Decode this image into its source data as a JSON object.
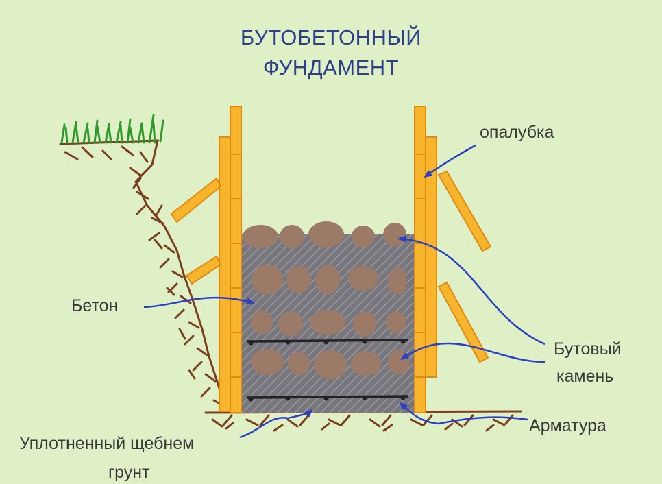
{
  "title": {
    "line1": "БУТОБЕТОННЫЙ",
    "line2": "ФУНДАМЕНТ"
  },
  "labels": {
    "formwork": "опалубка",
    "concrete": "Бетон",
    "rubble_stone_line1": "Бутовый",
    "rubble_stone_line2": "камень",
    "rebar": "Арматура",
    "compacted_soil_line1": "Уплотненный щебнем",
    "compacted_soil_line2": "грунт"
  },
  "colors": {
    "background": "#dff0c6",
    "title": "#2e3f8e",
    "label_text": "#3a3a3a",
    "arrow": "#2a3fc4",
    "formwork": "#f6b52c",
    "formwork_edge": "#e08a12",
    "stone": "#9c7a68",
    "concrete": "#7c7c82",
    "soil": "#7a3f1c",
    "grass": "#2f9a2c",
    "rebar": "#222222"
  }
}
